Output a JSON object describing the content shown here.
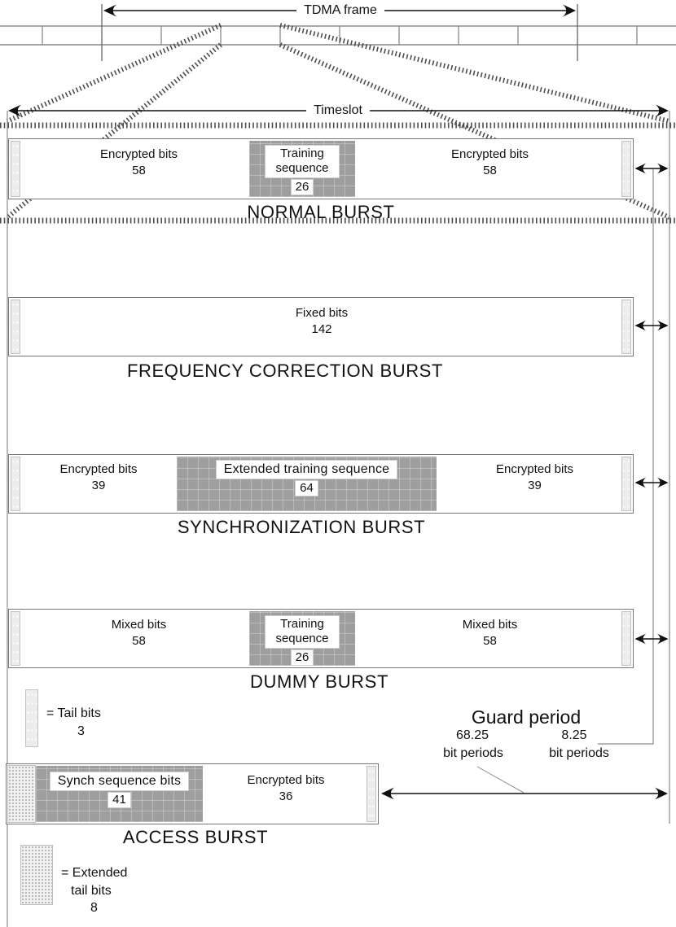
{
  "frame": {
    "label": "TDMA frame"
  },
  "timeslot": {
    "label": "Timeslot"
  },
  "bursts": {
    "normal": {
      "label": "NORMAL BURST",
      "left": {
        "name": "Encrypted bits",
        "bits": "58"
      },
      "mid": {
        "name": "Training sequence",
        "bits": "26"
      },
      "right": {
        "name": "Encrypted bits",
        "bits": "58"
      }
    },
    "fcb": {
      "label": "FREQUENCY CORRECTION BURST",
      "mid": {
        "name": "Fixed bits",
        "bits": "142"
      }
    },
    "sync": {
      "label": "SYNCHRONIZATION BURST",
      "left": {
        "name": "Encrypted bits",
        "bits": "39"
      },
      "mid": {
        "name": "Extended training sequence",
        "bits": "64"
      },
      "right": {
        "name": "Encrypted bits",
        "bits": "39"
      }
    },
    "dummy": {
      "label": "DUMMY BURST",
      "left": {
        "name": "Mixed bits",
        "bits": "58"
      },
      "mid": {
        "name": "Training sequence",
        "bits": "26"
      },
      "right": {
        "name": "Mixed bits",
        "bits": "58"
      }
    },
    "access": {
      "label": "ACCESS BURST",
      "mid": {
        "name": "Synch sequence bits",
        "bits": "41"
      },
      "right": {
        "name": "Encrypted bits",
        "bits": "36"
      }
    }
  },
  "guard": {
    "title": "Guard period",
    "left_value": "68.25",
    "left_unit": "bit periods",
    "right_value": "8.25",
    "right_unit": "bit periods"
  },
  "legend": {
    "tail": {
      "eq": "= Tail bits",
      "bits": "3"
    },
    "extended_tail": {
      "eq": "= Extended",
      "line2": "tail bits",
      "bits": "8"
    }
  },
  "colors": {
    "ink": "#111111",
    "line_gray": "#888888",
    "training_gray": "#9e9e9e",
    "tail_fill": "#ececec",
    "background": "#ffffff"
  }
}
